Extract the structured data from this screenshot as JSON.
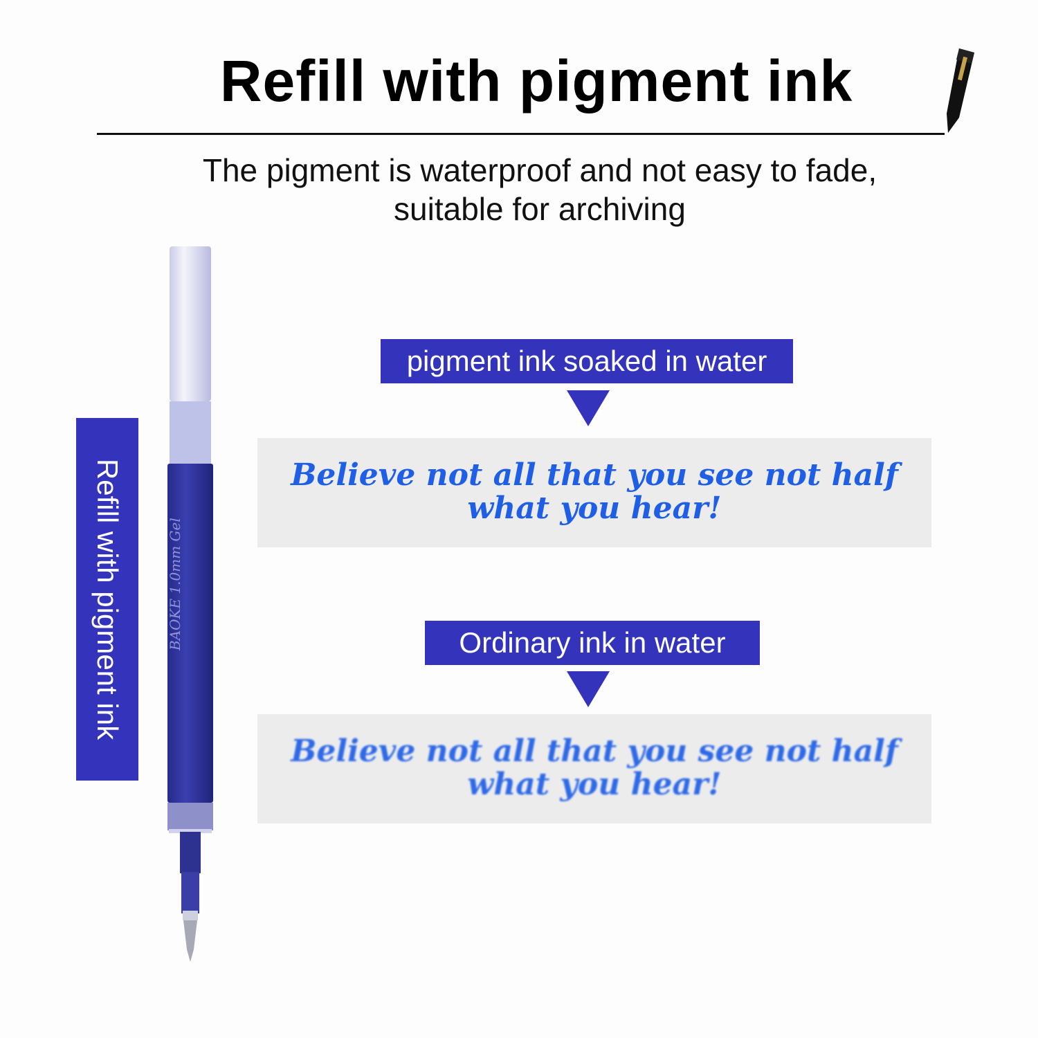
{
  "header": {
    "title": "Refill with pigment ink",
    "subtitle_line1": "The pigment is waterproof and not easy to fade,",
    "subtitle_line2": "suitable for archiving"
  },
  "side_label": "Refill with pigment ink",
  "refill": {
    "barrel_print": "BAOKE 1.0mm Gel"
  },
  "comparisons": [
    {
      "tag": "pigment ink soaked in water",
      "sample_line1": "Believe not all that you see not half",
      "sample_line2": "what you hear!",
      "blurred": false
    },
    {
      "tag": "Ordinary ink in water",
      "sample_line1": "Believe not all that you see not half",
      "sample_line2": "what you hear!",
      "blurred": true
    }
  ],
  "colors": {
    "accent": "#3333bb",
    "ink": "#1f5fe6",
    "panel_bg": "#ececec"
  },
  "icons": [
    "pen-icon"
  ]
}
